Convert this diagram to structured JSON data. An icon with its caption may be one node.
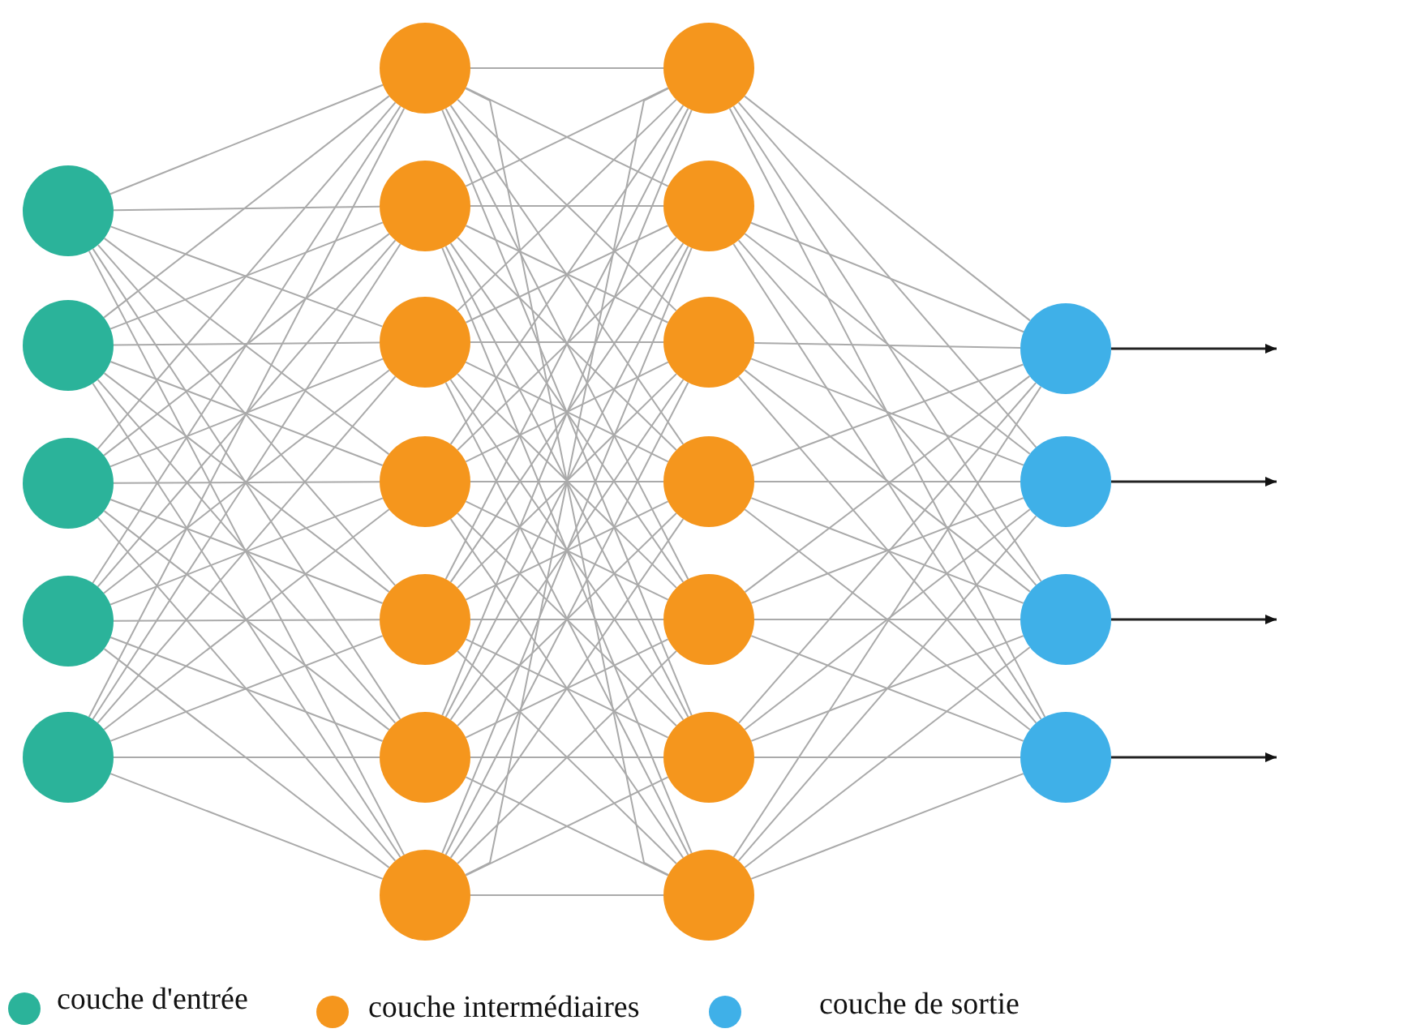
{
  "diagram": {
    "nodes": [
      {
        "text": [],
        "shape": "circle"
      },
      {
        "text": [],
        "shape": "circle"
      },
      {
        "text": [],
        "shape": "circle"
      },
      {
        "text": [],
        "shape": "circle"
      },
      {
        "text": [],
        "shape": "circle"
      },
      {
        "text": [],
        "shape": "circle"
      },
      {
        "text": [],
        "shape": "circle"
      },
      {
        "text": [],
        "shape": "circle"
      },
      {
        "text": [],
        "shape": "circle"
      },
      {
        "text": [],
        "shape": "circle"
      },
      {
        "text": [],
        "shape": "circle"
      },
      {
        "text": [],
        "shape": "circle"
      },
      {
        "text": [],
        "shape": "circle"
      },
      {
        "text": [],
        "shape": "circle"
      },
      {
        "text": [],
        "shape": "circle"
      },
      {
        "text": [],
        "shape": "circle"
      },
      {
        "text": [],
        "shape": "circle"
      },
      {
        "text": [],
        "shape": "circle"
      },
      {
        "text": [],
        "shape": "circle"
      },
      {
        "text": [],
        "shape": "circle"
      },
      {
        "text": [],
        "shape": "circle"
      },
      {
        "text": [],
        "shape": "circle"
      },
      {
        "text": [],
        "shape": "circle"
      }
    ],
    "edges": [
      {
        "from": 0,
        "to": 5,
        "arrow": "none"
      },
      {
        "from": 0,
        "to": 6,
        "arrow": "none"
      },
      {
        "from": 0,
        "to": 7,
        "arrow": "none"
      },
      {
        "from": 0,
        "to": 8,
        "arrow": "none"
      },
      {
        "from": 0,
        "to": 9,
        "arrow": "none"
      },
      {
        "from": 0,
        "to": 10,
        "arrow": "none"
      },
      {
        "from": 0,
        "to": 11,
        "arrow": "none"
      },
      {
        "from": 1,
        "to": 5,
        "arrow": "none"
      },
      {
        "from": 1,
        "to": 6,
        "arrow": "none"
      },
      {
        "from": 1,
        "to": 7,
        "arrow": "none"
      },
      {
        "from": 1,
        "to": 8,
        "arrow": "none"
      },
      {
        "from": 1,
        "to": 9,
        "arrow": "none"
      },
      {
        "from": 1,
        "to": 10,
        "arrow": "none"
      },
      {
        "from": 1,
        "to": 11,
        "arrow": "none"
      },
      {
        "from": 2,
        "to": 5,
        "arrow": "none"
      },
      {
        "from": 2,
        "to": 6,
        "arrow": "none"
      },
      {
        "from": 2,
        "to": 7,
        "arrow": "none"
      },
      {
        "from": 2,
        "to": 8,
        "arrow": "none"
      },
      {
        "from": 2,
        "to": 9,
        "arrow": "none"
      },
      {
        "from": 2,
        "to": 10,
        "arrow": "none"
      },
      {
        "from": 2,
        "to": 11,
        "arrow": "none"
      },
      {
        "from": 3,
        "to": 5,
        "arrow": "none"
      },
      {
        "from": 3,
        "to": 6,
        "arrow": "none"
      },
      {
        "from": 3,
        "to": 7,
        "arrow": "none"
      },
      {
        "from": 3,
        "to": 8,
        "arrow": "none"
      },
      {
        "from": 3,
        "to": 9,
        "arrow": "none"
      },
      {
        "from": 3,
        "to": 10,
        "arrow": "none"
      },
      {
        "from": 3,
        "to": 11,
        "arrow": "none"
      },
      {
        "from": 4,
        "to": 5,
        "arrow": "none"
      },
      {
        "from": 4,
        "to": 6,
        "arrow": "none"
      },
      {
        "from": 4,
        "to": 7,
        "arrow": "none"
      },
      {
        "from": 4,
        "to": 8,
        "arrow": "none"
      },
      {
        "from": 4,
        "to": 9,
        "arrow": "none"
      },
      {
        "from": 4,
        "to": 10,
        "arrow": "none"
      },
      {
        "from": 4,
        "to": 11,
        "arrow": "none"
      },
      {
        "from": 5,
        "to": 12,
        "arrow": "none"
      },
      {
        "from": 5,
        "to": 13,
        "arrow": "none"
      },
      {
        "from": 5,
        "to": 14,
        "arrow": "none"
      },
      {
        "from": 5,
        "to": 15,
        "arrow": "none"
      },
      {
        "from": 5,
        "to": 16,
        "arrow": "none"
      },
      {
        "from": 5,
        "to": 17,
        "arrow": "none"
      },
      {
        "from": 5,
        "to": 18,
        "arrow": "none"
      },
      {
        "from": 6,
        "to": 12,
        "arrow": "none"
      },
      {
        "from": 6,
        "to": 13,
        "arrow": "none"
      },
      {
        "from": 6,
        "to": 14,
        "arrow": "none"
      },
      {
        "from": 6,
        "to": 15,
        "arrow": "none"
      },
      {
        "from": 6,
        "to": 16,
        "arrow": "none"
      },
      {
        "from": 6,
        "to": 17,
        "arrow": "none"
      },
      {
        "from": 6,
        "to": 18,
        "arrow": "none"
      },
      {
        "from": 7,
        "to": 12,
        "arrow": "none"
      },
      {
        "from": 7,
        "to": 13,
        "arrow": "none"
      },
      {
        "from": 7,
        "to": 14,
        "arrow": "none"
      },
      {
        "from": 7,
        "to": 15,
        "arrow": "none"
      },
      {
        "from": 7,
        "to": 16,
        "arrow": "none"
      },
      {
        "from": 7,
        "to": 17,
        "arrow": "none"
      },
      {
        "from": 7,
        "to": 18,
        "arrow": "none"
      },
      {
        "from": 8,
        "to": 12,
        "arrow": "none"
      },
      {
        "from": 8,
        "to": 13,
        "arrow": "none"
      },
      {
        "from": 8,
        "to": 14,
        "arrow": "none"
      },
      {
        "from": 8,
        "to": 15,
        "arrow": "none"
      },
      {
        "from": 8,
        "to": 16,
        "arrow": "none"
      },
      {
        "from": 8,
        "to": 17,
        "arrow": "none"
      },
      {
        "from": 8,
        "to": 18,
        "arrow": "none"
      },
      {
        "from": 9,
        "to": 12,
        "arrow": "none"
      },
      {
        "from": 9,
        "to": 13,
        "arrow": "none"
      },
      {
        "from": 9,
        "to": 14,
        "arrow": "none"
      },
      {
        "from": 9,
        "to": 15,
        "arrow": "none"
      },
      {
        "from": 9,
        "to": 16,
        "arrow": "none"
      },
      {
        "from": 9,
        "to": 17,
        "arrow": "none"
      },
      {
        "from": 9,
        "to": 18,
        "arrow": "none"
      },
      {
        "from": 10,
        "to": 12,
        "arrow": "none"
      },
      {
        "from": 10,
        "to": 13,
        "arrow": "none"
      },
      {
        "from": 10,
        "to": 14,
        "arrow": "none"
      },
      {
        "from": 10,
        "to": 15,
        "arrow": "none"
      },
      {
        "from": 10,
        "to": 16,
        "arrow": "none"
      },
      {
        "from": 10,
        "to": 17,
        "arrow": "none"
      },
      {
        "from": 10,
        "to": 18,
        "arrow": "none"
      },
      {
        "from": 11,
        "to": 12,
        "arrow": "none"
      },
      {
        "from": 11,
        "to": 13,
        "arrow": "none"
      },
      {
        "from": 11,
        "to": 14,
        "arrow": "none"
      },
      {
        "from": 11,
        "to": 15,
        "arrow": "none"
      },
      {
        "from": 11,
        "to": 16,
        "arrow": "none"
      },
      {
        "from": 11,
        "to": 17,
        "arrow": "none"
      },
      {
        "from": 11,
        "to": 18,
        "arrow": "none"
      },
      {
        "from": 12,
        "to": 19,
        "arrow": "none"
      },
      {
        "from": 12,
        "to": 20,
        "arrow": "none"
      },
      {
        "from": 12,
        "to": 21,
        "arrow": "none"
      },
      {
        "from": 12,
        "to": 22,
        "arrow": "none"
      },
      {
        "from": 13,
        "to": 19,
        "arrow": "none"
      },
      {
        "from": 13,
        "to": 20,
        "arrow": "none"
      },
      {
        "from": 13,
        "to": 21,
        "arrow": "none"
      },
      {
        "from": 13,
        "to": 22,
        "arrow": "none"
      },
      {
        "from": 14,
        "to": 19,
        "arrow": "none"
      },
      {
        "from": 14,
        "to": 20,
        "arrow": "none"
      },
      {
        "from": 14,
        "to": 21,
        "arrow": "none"
      },
      {
        "from": 14,
        "to": 22,
        "arrow": "none"
      },
      {
        "from": 15,
        "to": 19,
        "arrow": "none"
      },
      {
        "from": 15,
        "to": 20,
        "arrow": "none"
      },
      {
        "from": 15,
        "to": 21,
        "arrow": "none"
      },
      {
        "from": 15,
        "to": 22,
        "arrow": "none"
      },
      {
        "from": 16,
        "to": 19,
        "arrow": "none"
      },
      {
        "from": 16,
        "to": 20,
        "arrow": "none"
      },
      {
        "from": 16,
        "to": 21,
        "arrow": "none"
      },
      {
        "from": 16,
        "to": 22,
        "arrow": "none"
      },
      {
        "from": 17,
        "to": 19,
        "arrow": "none"
      },
      {
        "from": 17,
        "to": 20,
        "arrow": "none"
      },
      {
        "from": 17,
        "to": 21,
        "arrow": "none"
      },
      {
        "from": 17,
        "to": 22,
        "arrow": "none"
      },
      {
        "from": 18,
        "to": 19,
        "arrow": "none"
      },
      {
        "from": 18,
        "to": 20,
        "arrow": "none"
      },
      {
        "from": 18,
        "to": 21,
        "arrow": "none"
      },
      {
        "from": 18,
        "to": 22,
        "arrow": "none"
      },
      {
        "from": 19,
        "to": null,
        "arrow": "to",
        "color": "#222222"
      },
      {
        "from": 20,
        "to": null,
        "arrow": "to",
        "color": "#222222"
      },
      {
        "from": 21,
        "to": null,
        "arrow": "to",
        "color": "#222222"
      },
      {
        "from": 22,
        "to": null,
        "arrow": "to",
        "color": "#222222"
      }
    ],
    "legend": [
      {
        "text": "couche d'entrée",
        "color": "#2bb39a"
      },
      {
        "text": "couche intermédiaires",
        "color": "#f5961d"
      },
      {
        "text": "couche de sortie",
        "color": "#3fb0e8"
      }
    ]
  }
}
